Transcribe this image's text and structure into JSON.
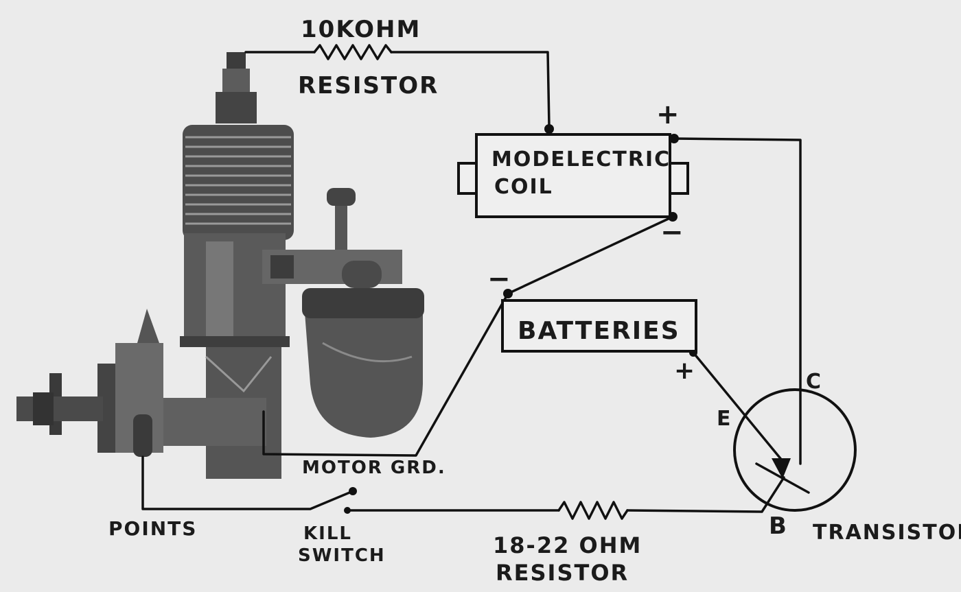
{
  "labels": {
    "resistor_top_value": "10KOHM",
    "resistor_top_name": "RESISTOR",
    "coil_line1": "MODELECTRIC",
    "coil_line2": "COIL",
    "coil_plus": "+",
    "coil_minus": "−",
    "battery_name": "BATTERIES",
    "battery_minus": "−",
    "battery_plus": "+",
    "transistor_c": "C",
    "transistor_e": "E",
    "transistor_b": "B",
    "transistor_name": "TRANSISTOR",
    "motor_ground": "MOTOR GRD.",
    "points": "POINTS",
    "kill_switch_line1": "KILL",
    "kill_switch_line2": "SWITCH",
    "resistor_bottom_value": "18-22 OHM",
    "resistor_bottom_name": "RESISTOR"
  },
  "colors": {
    "background": "#ebebeb",
    "ink": "#111111",
    "engine_dark": "#4a4a4a",
    "engine_mid": "#6e6e6e",
    "engine_light": "#9a9a9a"
  },
  "icons": {
    "engine": "model-engine-illustration"
  }
}
